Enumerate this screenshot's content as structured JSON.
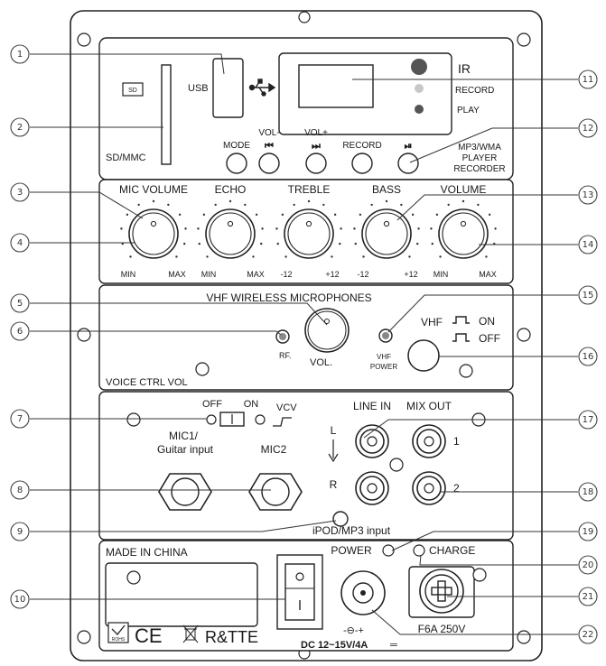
{
  "callouts": [
    "1",
    "2",
    "3",
    "4",
    "5",
    "6",
    "7",
    "8",
    "9",
    "10",
    "11",
    "12",
    "13",
    "14",
    "15",
    "16",
    "17",
    "18",
    "19",
    "20",
    "21",
    "22"
  ],
  "top": {
    "sd_icon": "SD",
    "usb": "USB",
    "sdmmc": "SD/MMC",
    "ir": "IR",
    "record_led": "RECORD",
    "play_led": "PLAY",
    "mode": "MODE",
    "vol_minus": "VOL-",
    "vol_plus": "VOL+",
    "record_btn": "RECORD",
    "mp3_line1": "MP3/WMA",
    "mp3_line2": "PLAYER",
    "mp3_line3": "RECORDER"
  },
  "knobs": {
    "mic_volume": "MIC VOLUME",
    "echo": "ECHO",
    "treble": "TREBLE",
    "bass": "BASS",
    "volume": "VOLUME",
    "min": "MIN",
    "max": "MAX",
    "minus12": "-12",
    "plus12": "+12"
  },
  "vhf": {
    "title": "VHF WIRELESS MICROPHONES",
    "rf": "RF.",
    "vol": "VOL.",
    "vhf_power_1": "VHF",
    "vhf_power_2": "POWER",
    "vhf": "VHF",
    "on": "ON",
    "off": "OFF",
    "voice_ctrl": "VOICE  CTRL VOL"
  },
  "inputs": {
    "off": "OFF",
    "on": "ON",
    "vcv": "VCV",
    "mic1_1": "MIC1/",
    "mic1_2": "Guitar input",
    "mic2": "MIC2",
    "line_in": "LINE IN",
    "mix_out": "MIX OUT",
    "l": "L",
    "r": "R",
    "one": "1",
    "two": "2",
    "ipod": "iPOD/MP3 input"
  },
  "power": {
    "made_in": "MADE IN CHINA",
    "power": "POWER",
    "charge": "CHARGE",
    "fuse": "F6A 250V",
    "dc": "DC 12~15V/4A",
    "rohs": "ROHS",
    "ce": "CE",
    "rtte": "R&TTE",
    "polarity": "-⊖-+"
  }
}
